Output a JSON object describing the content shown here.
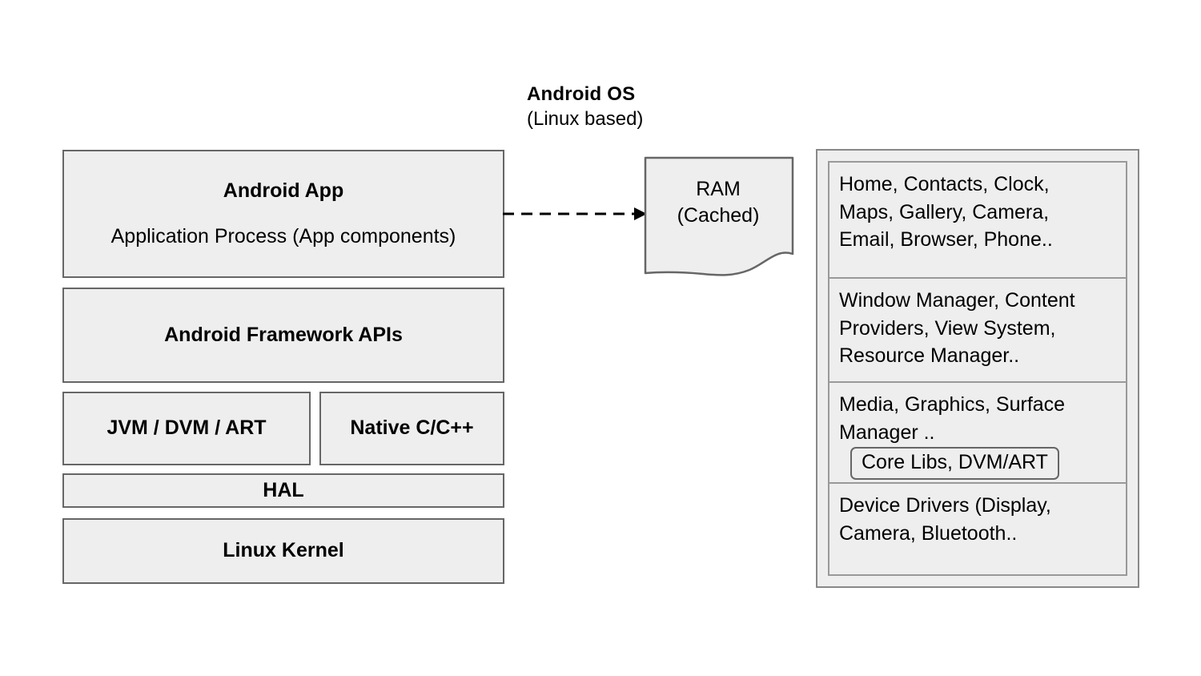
{
  "header": {
    "title": "Android OS",
    "subtitle": "(Linux based)"
  },
  "left_stack": {
    "app": {
      "title": "Android App",
      "subtitle": "Application Process (App components)"
    },
    "framework": {
      "title": "Android Framework APIs"
    },
    "runtime": {
      "title": "JVM / DVM / ART"
    },
    "native": {
      "title": "Native C/C++"
    },
    "hal": {
      "title": "HAL"
    },
    "kernel": {
      "title": "Linux Kernel"
    }
  },
  "ram": {
    "line1": "RAM",
    "line2": "(Cached)"
  },
  "right_panel": {
    "sections": [
      {
        "text": "Home, Contacts, Clock,\nMaps, Gallery, Camera,\nEmail, Browser,  Phone.."
      },
      {
        "text": "Window Manager, Content\nProviders, View System,\nResource Manager.."
      },
      {
        "text": "Media, Graphics, Surface\nManager ..",
        "chip": "Core Libs, DVM/ART"
      },
      {
        "text": "Device Drivers (Display,\nCamera, Bluetooth.."
      }
    ]
  },
  "colors": {
    "box_fill": "#eeeeee",
    "box_border": "#666666",
    "panel_border": "#888888",
    "section_divider": "#999999",
    "text": "#000000",
    "background": "#ffffff"
  }
}
